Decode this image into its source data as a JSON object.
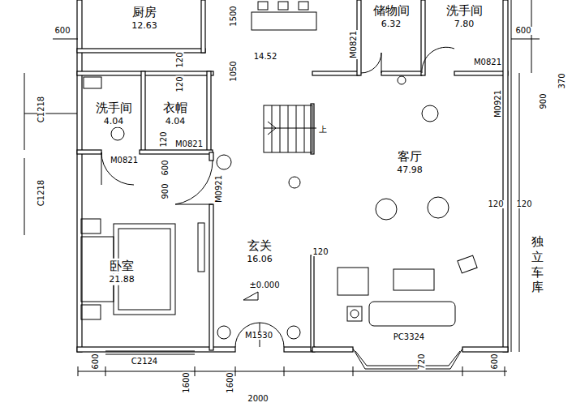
{
  "diagram": {
    "nodes": [
      {
        "text": [
          "厨房",
          "12.63"
        ]
      },
      {
        "text": [
          "储物间",
          "6.32"
        ]
      },
      {
        "text": [
          "洗手间",
          "7.80"
        ]
      },
      {
        "text": [
          "洗手间",
          "4.04"
        ]
      },
      {
        "text": [
          "衣帽",
          "4.04"
        ]
      },
      {
        "text": [
          "卧室",
          "21.88"
        ]
      },
      {
        "text": [
          "玄关",
          "16.06"
        ]
      },
      {
        "text": [
          "客厅",
          "47.98"
        ]
      },
      {
        "text": [
          "独立车库"
        ]
      }
    ],
    "labels": [
      "600",
      "1500",
      "1050",
      "120",
      "120",
      "C1218",
      "C1218",
      "M0821",
      "M0821",
      "M0921",
      "M0821",
      "M0821",
      "120",
      "600",
      "900",
      "M0921",
      "120",
      "120",
      "120",
      "600",
      "370",
      "900",
      "上",
      "±0.000",
      "M1530",
      "PC3324",
      "C2124",
      "600",
      "1600",
      "1600",
      "720",
      "600",
      "14.52",
      "2000"
    ]
  }
}
